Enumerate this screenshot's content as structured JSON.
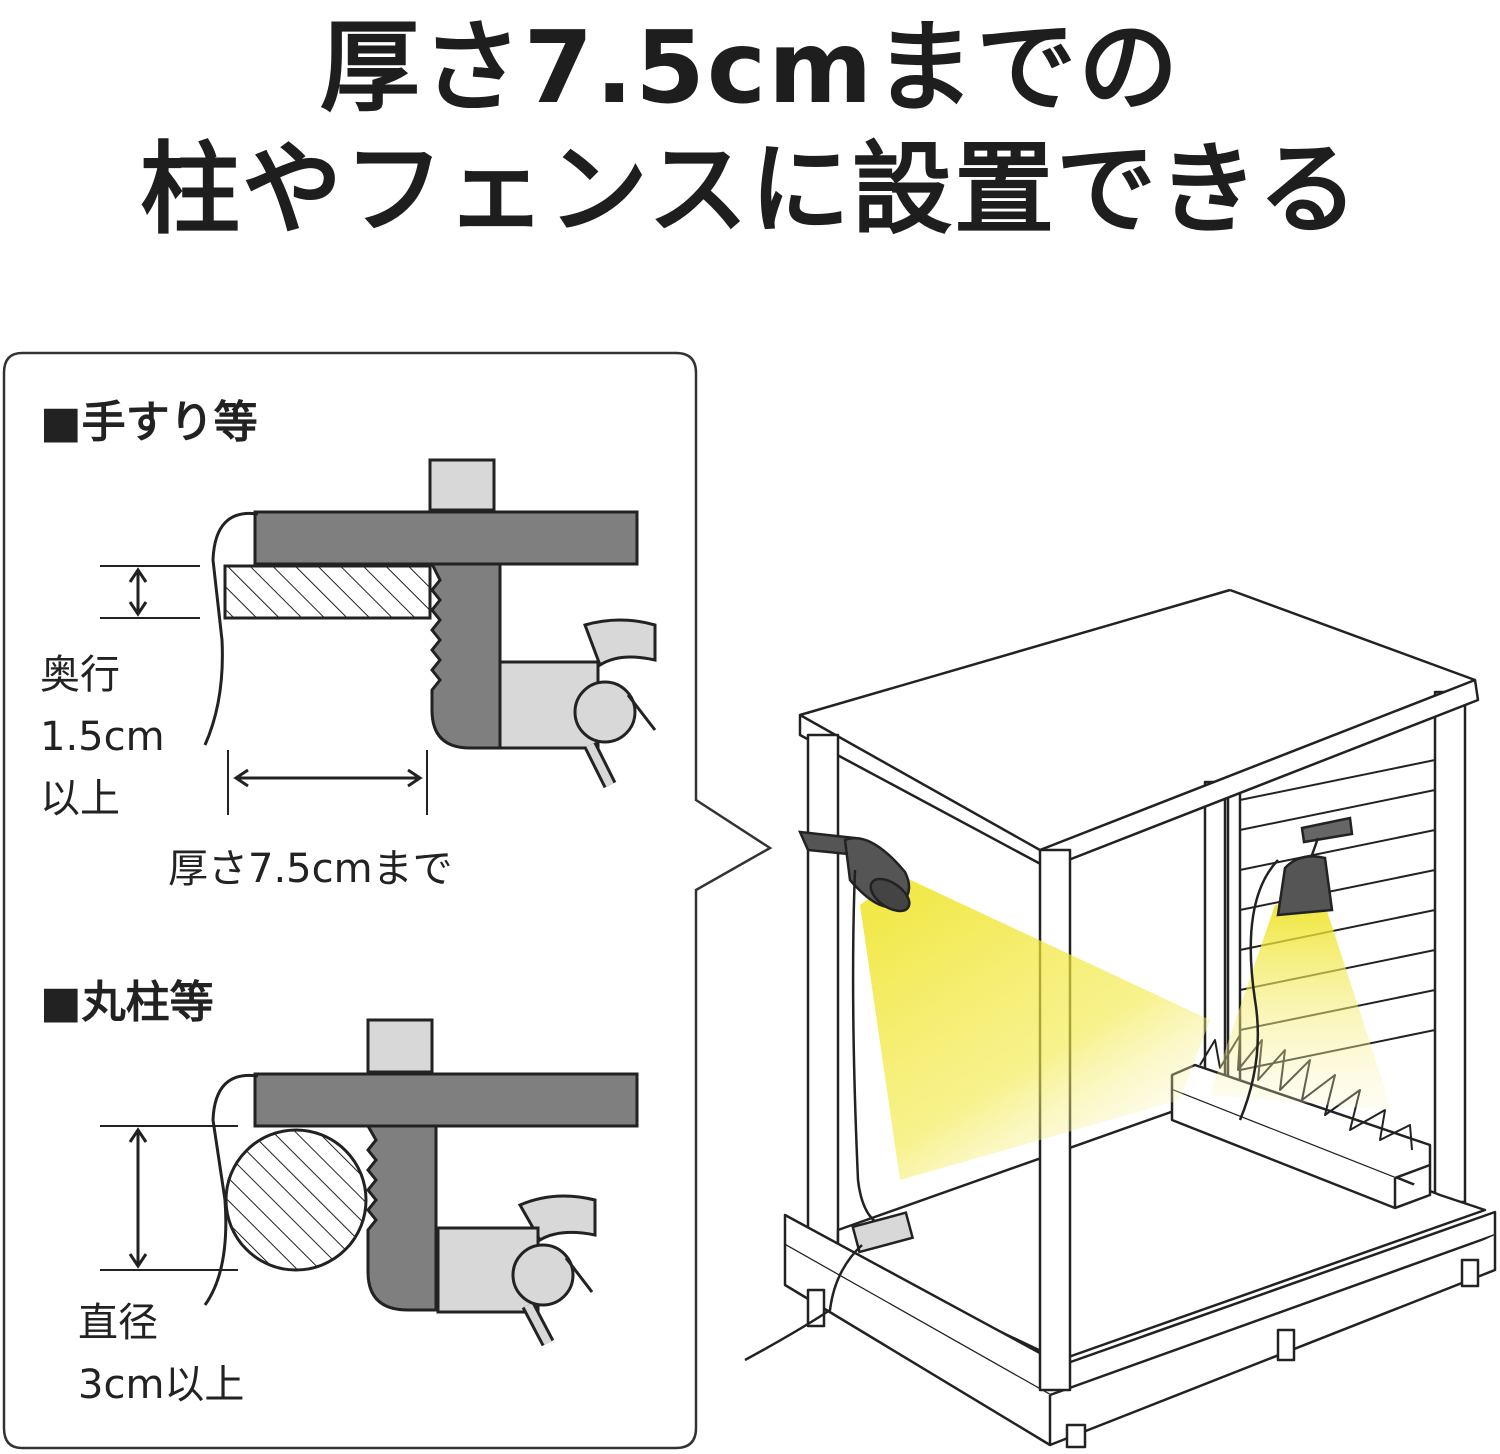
{
  "headline": {
    "line1": "厚さ7.5cmまでの",
    "line2": "柱やフェンスに設置できる"
  },
  "callout": {
    "section_handrail": {
      "title": "■手すり等",
      "depth_label_line1": "奥行",
      "depth_label_line2": "1.5cm",
      "depth_label_line3": "以上",
      "thickness_label": "厚さ7.5cmまで"
    },
    "section_round_post": {
      "title": "■丸柱等",
      "diameter_label_line1": "直径",
      "diameter_label_line2": "3cm以上"
    }
  },
  "colors": {
    "clamp_gray": "#7f7f7f",
    "light_gray": "#d8d8d8",
    "beam_yellow": "#eee21a",
    "line": "#222222"
  },
  "icons": [
    "clamp-icon",
    "spotlight-icon",
    "deck-icon"
  ]
}
